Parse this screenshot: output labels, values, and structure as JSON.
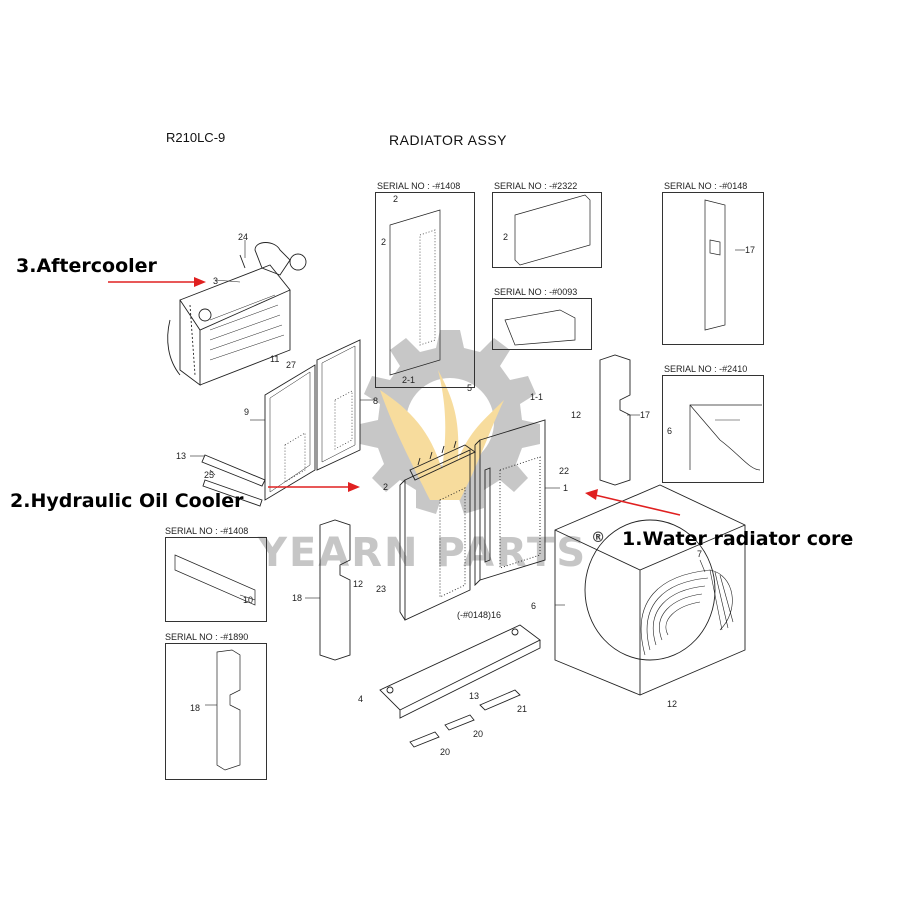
{
  "model": "R210LC-9",
  "title": "RADIATOR ASSY",
  "callouts": {
    "aftercooler": "3.Aftercooler",
    "hydraulic_oil_cooler": "2.Hydraulic Oil Cooler",
    "water_radiator_core": "1.Water radiator core"
  },
  "watermark": {
    "text": "YEARN PARTS",
    "registered": "®"
  },
  "serial_boxes": [
    "SERIAL NO : -#1408",
    "SERIAL NO : -#2322",
    "SERIAL NO : -#0148",
    "SERIAL NO : -#0093",
    "SERIAL NO : -#2410",
    "SERIAL NO : -#1408",
    "SERIAL NO : -#1890"
  ],
  "part_labels": {
    "p24": "24",
    "p3": "3",
    "p11": "11",
    "p27": "27",
    "p9": "9",
    "p8": "8",
    "p13a": "13",
    "p25": "25",
    "p2top": "2",
    "p2mid": "2",
    "p21": "2-1",
    "p5": "5",
    "p1_1": "1-1",
    "p12a": "12",
    "p17a": "17",
    "p22": "22",
    "p1": "1",
    "p2": "2",
    "p17b": "17",
    "p6a": "6",
    "p12b": "12",
    "p23": "23",
    "p16": "(-#0148)16",
    "p6": "6",
    "p7": "7",
    "p18a": "18",
    "p10": "10",
    "p4": "4",
    "p13b": "13",
    "p21b": "21",
    "p20a": "20",
    "p20b": "20",
    "p12c": "12",
    "p18b": "18",
    "p2c": "2"
  },
  "colors": {
    "arrow": "#e02020",
    "watermark_gear": "#9a9a9a",
    "watermark_flame": "#f2c14e"
  }
}
